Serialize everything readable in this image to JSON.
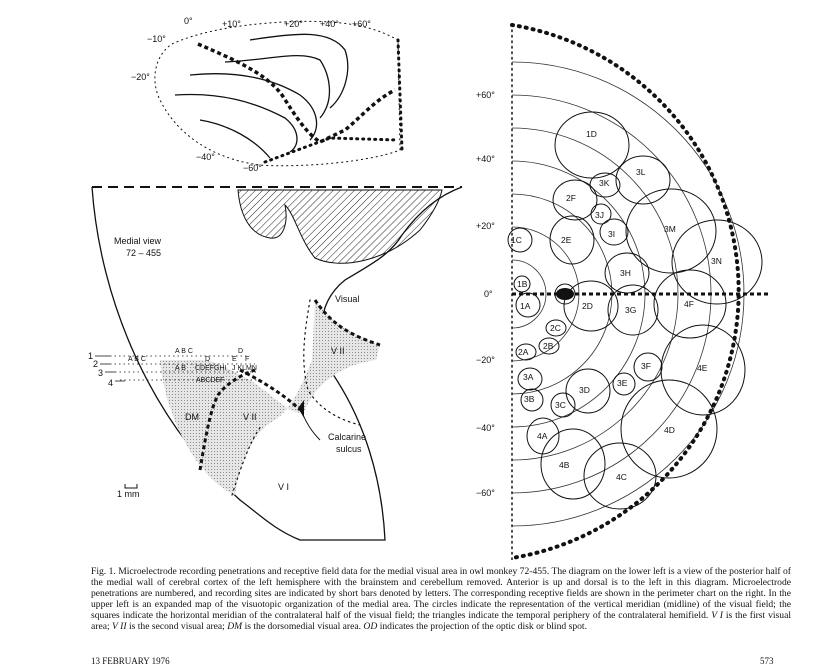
{
  "top_map": {
    "angle_labels": [
      "0°",
      "+10°",
      "+20°",
      "+40°",
      "+60°",
      "−10°",
      "−20°",
      "−40°",
      "−60°"
    ]
  },
  "medial_view": {
    "title_line1": "Medial view",
    "title_line2": "72 – 455",
    "visual_label": "Visual",
    "area_vii_label": "V II",
    "area_dm_label": "DM",
    "area_vi_label": "V I",
    "calcarine_line1": "Calcarine",
    "calcarine_line2": "sulcus",
    "scale_label": "1 mm",
    "penetration_numbers": [
      "1",
      "2",
      "3",
      "4"
    ],
    "site_letters": [
      "A B C",
      "D",
      "A B C",
      "D",
      "E",
      "F",
      "A B",
      "CDEFGHI",
      "J KLMN",
      "ABCDEF"
    ]
  },
  "perimeter_chart": {
    "angle_labels": [
      "+60°",
      "+40°",
      "+20°",
      "0°",
      "−20°",
      "−40°",
      "−60°"
    ],
    "receptive_fields": [
      "1D",
      "3K",
      "3L",
      "2F",
      "3J",
      "3M",
      "1C",
      "2E",
      "3I",
      "3N",
      "3H",
      "1B",
      "OD",
      "1A",
      "2D",
      "3G",
      "4F",
      "2C",
      "2B",
      "2A",
      "3F",
      "3E",
      "4E",
      "3A",
      "3D",
      "3B",
      "3C",
      "4A",
      "4D",
      "4B",
      "4C"
    ]
  },
  "caption": {
    "fig_label": "Fig. 1.",
    "part1": "Microelectrode recording penetrations and receptive field data for the medial visual area in owl monkey 72-455. The diagram on the lower left is a view of the posterior half of the medial wall of cerebral cortex of the left hemisphere with the brainstem and cerebellum removed. Anterior is up and dorsal is to the left in this diagram. Microelectrode penetrations are numbered, and recording sites are indicated by short bars denoted by letters. The corresponding receptive fields are shown in the perimeter chart on the right. In the upper left is an expanded map of the visuotopic organization of the medial area. The circles indicate the representation of the vertical meridian (midline) of the visual field; the squares indicate the horizontal meridian of the contralateral half of the visual field; the triangles indicate the temporal periphery of the contralateral hemifield.",
    "vi_term": "V I",
    "part2": "is the first visual area;",
    "vii_term": "V II",
    "part3": "is the second visual area;",
    "dm_term": "DM",
    "part4": "is the dorsomedial visual area.",
    "od_term": "OD",
    "part5": "indicates the projection of the optic disk or blind spot."
  },
  "footer": {
    "date": "13 FEBRUARY 1976",
    "page_number": "573"
  }
}
